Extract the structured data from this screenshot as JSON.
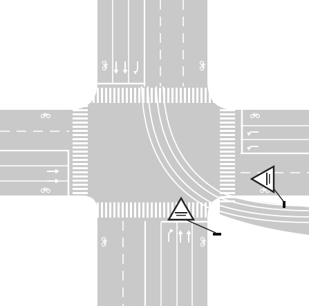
{
  "diagram": {
    "kind": "intersection-plan",
    "colors": {
      "background": "#ffffff",
      "road": "#c9c9c9",
      "marking": "#ffffff",
      "sign_stroke": "#222222",
      "sign_fill": "#ffffff",
      "post": "#111111"
    },
    "icons": {
      "bicycle": "bicycle-icon",
      "warning_sign": "triangle-warning-sign-icon",
      "arrow_straight": "arrow-straight-icon",
      "arrow_right": "arrow-right-turn-icon",
      "arrow_left": "arrow-left-turn-icon"
    },
    "approaches": [
      {
        "id": "north",
        "arrows": [
          "straight",
          "straight",
          "right"
        ]
      },
      {
        "id": "south",
        "arrows": [
          "left",
          "straight",
          "straight"
        ]
      },
      {
        "id": "west",
        "arrows": [
          "straight",
          "straight"
        ]
      },
      {
        "id": "east",
        "arrows": [
          "left",
          "left"
        ]
      }
    ],
    "rail_track": {
      "present": true,
      "curve": "north-to-east"
    },
    "warning_signs": 2,
    "bicycle_symbols": 8
  }
}
